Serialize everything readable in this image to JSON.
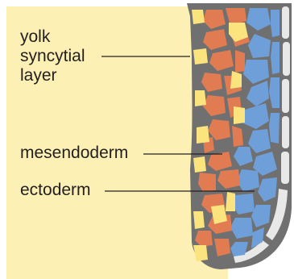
{
  "labels": {
    "yolk_syncytial_layer": [
      "yolk",
      "syncytial",
      "layer"
    ],
    "mesendoderm": "mesendoderm",
    "ectoderm": "ectoderm"
  },
  "colors": {
    "yolk": "#fcf0b4",
    "cell_outline": "#707070",
    "yolk_syncytial_layer": "#fbe37e",
    "mesendoderm": "#e07b52",
    "ectoderm": "#6f9fd8",
    "enveloping_layer": "#e8e8e8",
    "leader_line": "#231f20"
  }
}
